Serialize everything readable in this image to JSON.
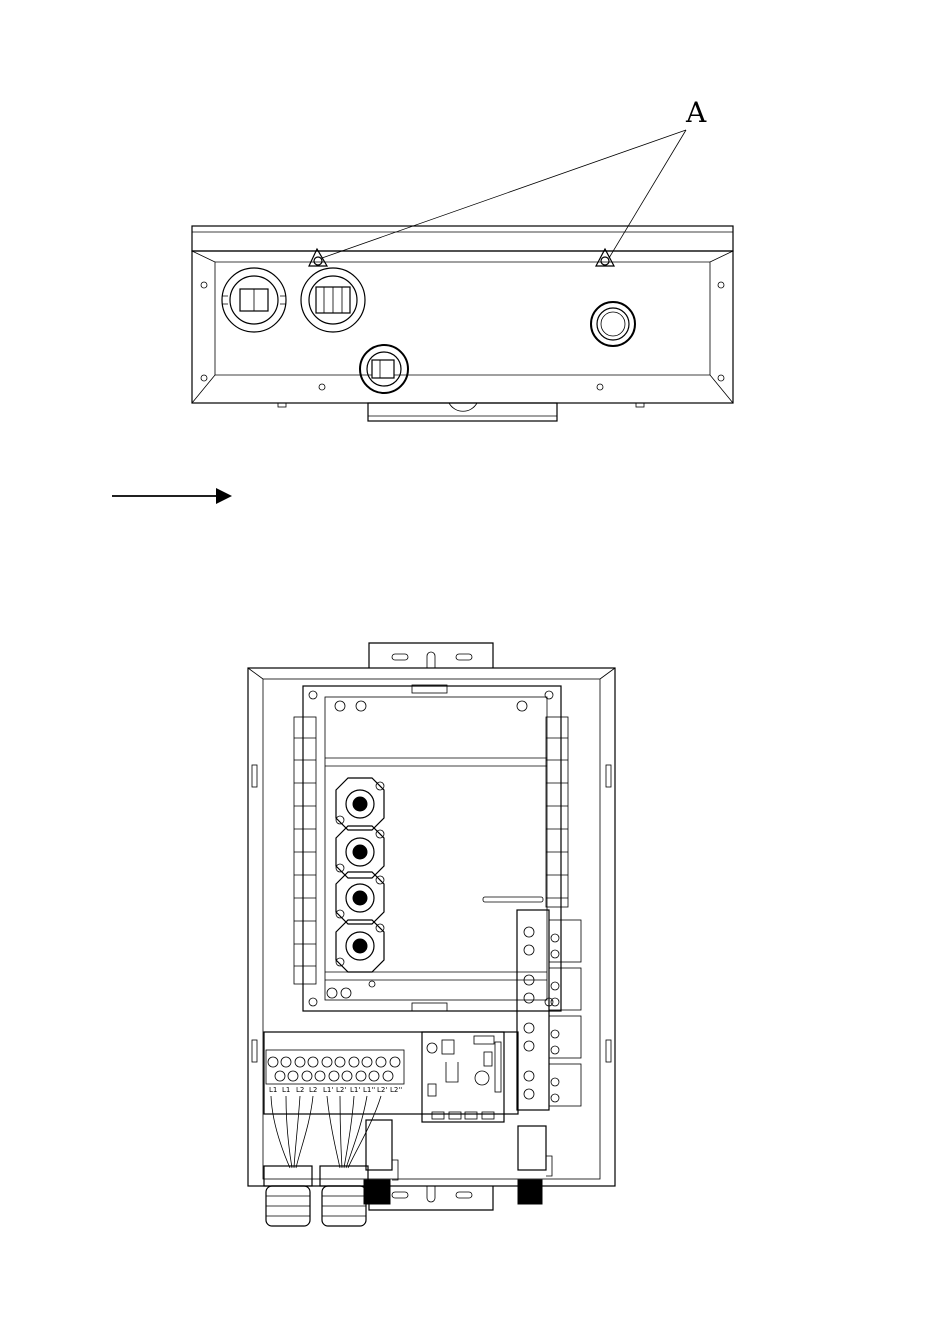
{
  "callout": {
    "label": "A"
  },
  "terminal_labels": [
    "L1",
    "L1",
    "L2",
    "L2",
    "L1'",
    "L2'",
    "L1'",
    "L1''",
    "L2'",
    "L2''"
  ]
}
